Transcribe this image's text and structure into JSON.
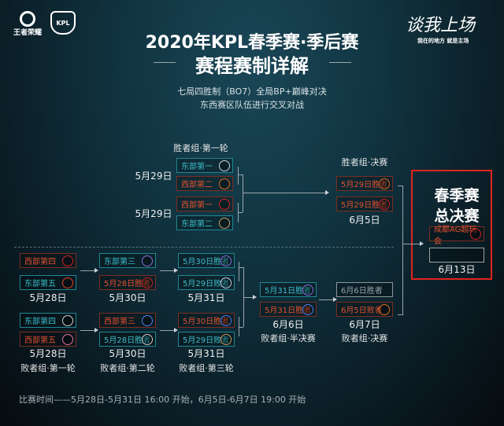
{
  "header": {
    "brand_logo_text": "王者荣耀",
    "kpl_logo_text": "KPL",
    "slogan": "谈我上场",
    "slogan_sub": "我在的地方 就是主场",
    "title": "2020年KPL春季赛·季后赛",
    "subtitle": "赛程赛制详解",
    "desc_line1": "七局四胜制（BO7）全局BP+巅峰对决",
    "desc_line2": "东西赛区队伍进行交叉对战"
  },
  "winners": {
    "round1": {
      "label": "胜者组·第一轮",
      "dates": [
        "5月29日",
        "5月29日"
      ],
      "slots": [
        {
          "text": "东部第一",
          "color": "cyan",
          "logo": "#c8d4ea"
        },
        {
          "text": "西部第二",
          "color": "red",
          "logo": "#e06a20"
        },
        {
          "text": "西部第一",
          "color": "red",
          "logo": "#d02020"
        },
        {
          "text": "东部第二",
          "color": "cyan",
          "logo": "#c8a060"
        }
      ]
    },
    "final": {
      "label": "胜者组·决赛",
      "date": "6月5日",
      "slots": [
        {
          "text": "5月29日胜者",
          "color": "red",
          "logo": "#e06a20"
        },
        {
          "text": "5月29日胜者",
          "color": "red",
          "logo": "#d02020"
        }
      ]
    }
  },
  "grand_final": {
    "title_line1": "春季赛",
    "title_line2": "总决赛",
    "date": "6月13日",
    "slots": [
      {
        "text": "成都AG超玩会",
        "color": "red",
        "logo": "#d02020"
      },
      {
        "text": "",
        "color": "white",
        "logo": ""
      }
    ]
  },
  "losers": {
    "round1": {
      "label": "败者组·第一轮",
      "dates": [
        "5月28日",
        "5月28日"
      ],
      "slots": [
        {
          "text": "西部第四",
          "color": "red",
          "logo": "#d02020"
        },
        {
          "text": "东部第五",
          "color": "cyan",
          "logo": "#e04020"
        },
        {
          "text": "东部第四",
          "color": "cyan",
          "logo": "#d0d0d0"
        },
        {
          "text": "西部第五",
          "color": "red",
          "logo": "#e070a0"
        }
      ]
    },
    "round2": {
      "label": "败者组·第二轮",
      "dates": [
        "5月30日",
        "5月30日"
      ],
      "slots": [
        {
          "text": "东部第三",
          "color": "cyan",
          "logo": "#8a70e0"
        },
        {
          "text": "5月28日胜者",
          "color": "red",
          "logo": "#d02020"
        },
        {
          "text": "西部第三",
          "color": "red",
          "logo": "#5080f0"
        },
        {
          "text": "5月28日胜者",
          "color": "cyan",
          "logo": "#d0d0d0"
        }
      ]
    },
    "round3": {
      "label": "败者组·第三轮",
      "dates": [
        "5月31日",
        "5月31日"
      ],
      "slots": [
        {
          "text": "5月30日胜者",
          "color": "cyan",
          "logo": "#8a70e0"
        },
        {
          "text": "5月29日败者",
          "color": "cyan",
          "logo": "#c8d4ea"
        },
        {
          "text": "5月30日胜者",
          "color": "red",
          "logo": "#5080f0"
        },
        {
          "text": "5月29日败者",
          "color": "cyan",
          "logo": "#c8a060"
        }
      ]
    },
    "semifinal": {
      "label": "败者组·半决赛",
      "date": "6月6日",
      "slots": [
        {
          "text": "5月31日胜者",
          "color": "cyan",
          "logo": "#8a70e0"
        },
        {
          "text": "5月31日胜者",
          "color": "red",
          "logo": "#5080f0"
        }
      ]
    },
    "final": {
      "label": "败者组·决赛",
      "date": "6月7日",
      "slots": [
        {
          "text": "6月6日胜者",
          "color": "gray",
          "logo": ""
        },
        {
          "text": "6月5日败者",
          "color": "red",
          "logo": "#e06a20"
        }
      ]
    }
  },
  "footer": "比赛时间——5月28日-5月31日 16:00 开始，6月5日-6月7日 19:00 开始",
  "colors": {
    "east": "#3cbdca",
    "west": "#e2512f",
    "final_border": "#e0241e"
  }
}
